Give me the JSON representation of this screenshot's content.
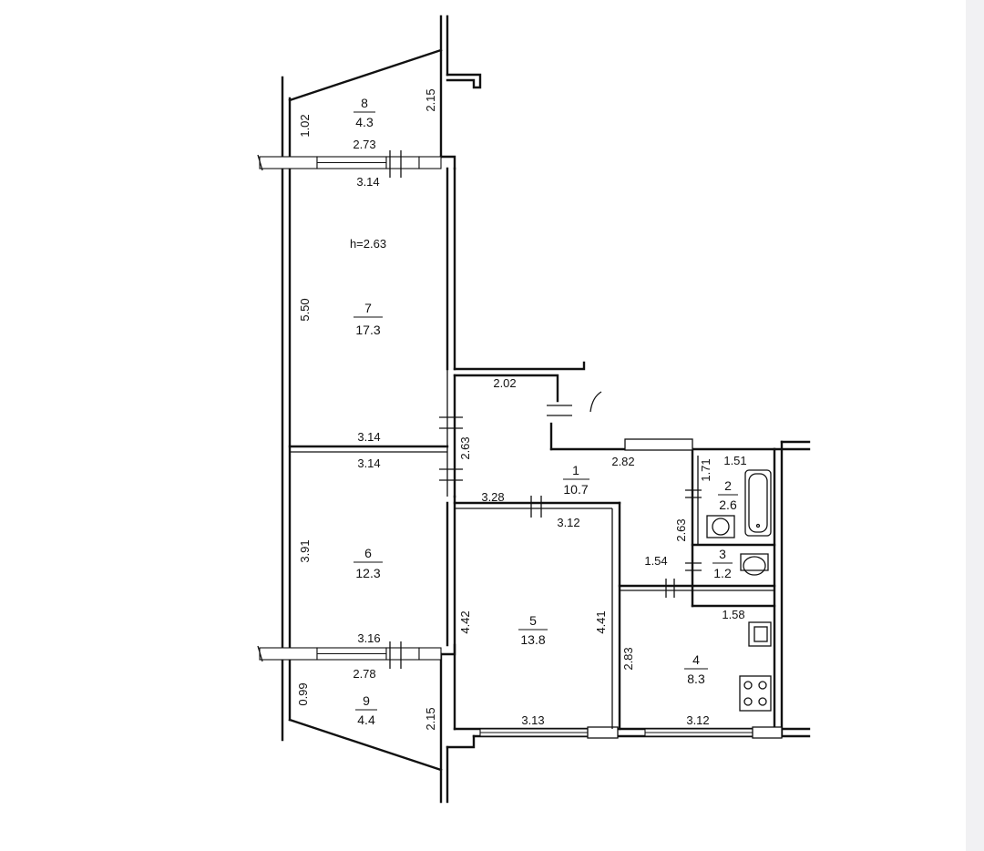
{
  "rooms": [
    {
      "number": "1",
      "area": "10.7"
    },
    {
      "number": "2",
      "area": "2.6"
    },
    {
      "number": "3",
      "area": "1.2"
    },
    {
      "number": "4",
      "area": "8.3"
    },
    {
      "number": "5",
      "area": "13.8"
    },
    {
      "number": "6",
      "area": "12.3"
    },
    {
      "number": "7",
      "area": "17.3"
    },
    {
      "number": "8",
      "area": "4.3"
    },
    {
      "number": "9",
      "area": "4.4"
    }
  ],
  "ceiling_height": "h=2.63",
  "dimensions": {
    "b8_side": "1.02",
    "b8_right": "2.15",
    "b8_width": "2.73",
    "r7_top": "3.14",
    "r7_left": "5.50",
    "r7_bottom": "3.14",
    "r6_top": "3.14",
    "r6_left": "3.91",
    "r6_bottom": "3.16",
    "b9_width": "2.78",
    "b9_side": "0.99",
    "b9_right": "2.15",
    "hall_top": "2.02",
    "hall_left": "2.63",
    "hall_right": "2.82",
    "r5_top_left": "3.28",
    "r5_top_right": "3.12",
    "r5_left": "4.42",
    "r5_right": "4.41",
    "r5_bottom": "3.13",
    "bath_top": "1.51",
    "bath_side": "1.71",
    "corridor": "2.63",
    "wc_left": "1.54",
    "wc_bottom": "1.58",
    "kitchen_left": "2.83",
    "kitchen_bottom": "3.12"
  }
}
